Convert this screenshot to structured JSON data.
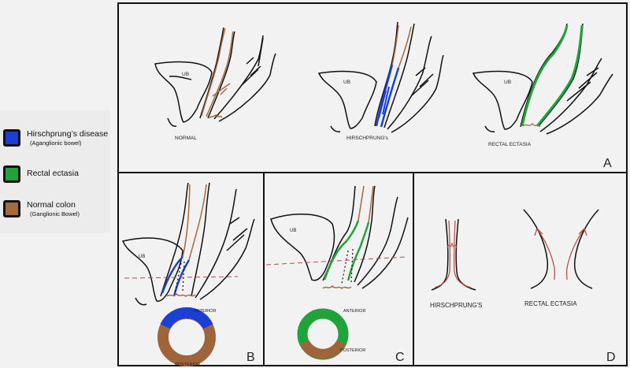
{
  "legend": [
    {
      "label": "Hirschprung’s disease",
      "sub": "(Aganglionic bowel)",
      "color": "#1a3fd6"
    },
    {
      "label": "Rectal ectasia",
      "sub": "",
      "color": "#21a33b"
    },
    {
      "label": "Normal colon",
      "sub": "(Ganglionic Bowel)",
      "color": "#a46a3c"
    }
  ],
  "panel_a": {
    "letter": "A",
    "captions": {
      "normal": "NORMAL",
      "hirschsprung": "HIRSCHPRUNG's",
      "ectasia": "RECTAL ECTASIA"
    },
    "ub": "UB"
  },
  "panel_b": {
    "letter": "B",
    "ub": "UB",
    "anterior": "ANTERIOR",
    "posterior": "POSTERIOR"
  },
  "panel_c": {
    "letter": "C",
    "ub": "UB",
    "anterior": "ANTERIOR",
    "posterior": "POSTERIOR"
  },
  "panel_d": {
    "letter": "D",
    "left_label": "HIRSCHPRUNG'S",
    "right_label": "RECTAL ECTASIA"
  },
  "colors": {
    "brown": "#a46a3c",
    "blue": "#1a3fd6",
    "green": "#21a33b",
    "red_dash": "#b84a4a",
    "arrow": "#b5473d"
  }
}
